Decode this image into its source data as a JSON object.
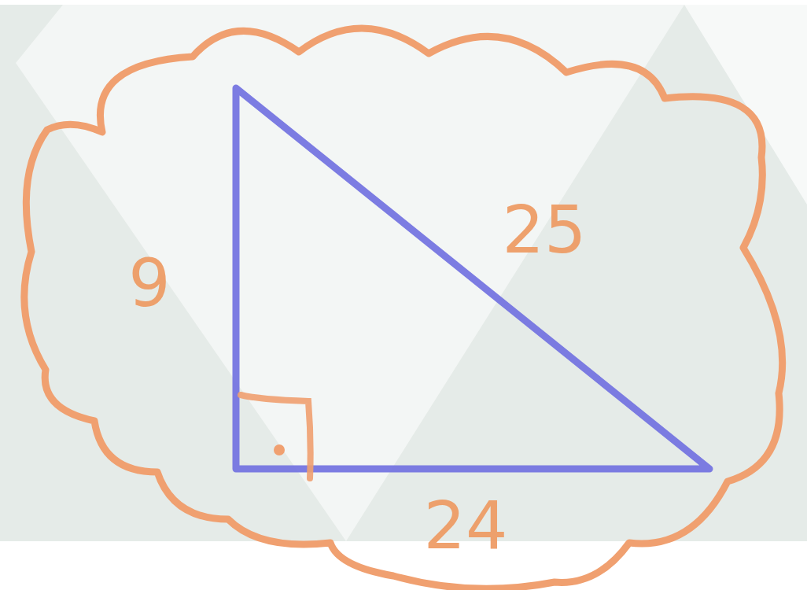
{
  "diagram": {
    "labels": [
      "9",
      "25",
      "24"
    ]
  }
}
